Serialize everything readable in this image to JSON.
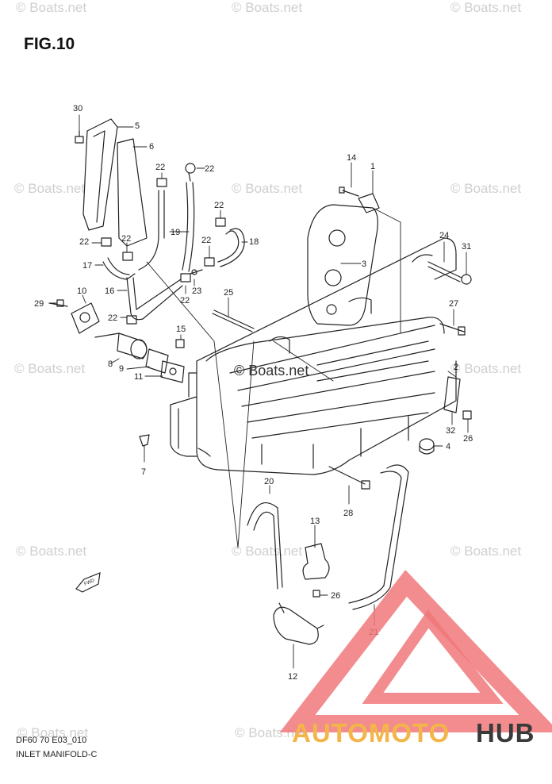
{
  "figure": {
    "title": "FIG.10",
    "code": "DF60 70 E03_010",
    "name": "INLET MANIFOLD-C",
    "fwd_label": "FWD"
  },
  "watermark": {
    "text": "© Boats.net",
    "center_text": "© Boats.net"
  },
  "logo": {
    "brand_part1": "AUTOMOTO",
    "brand_part2": "HUB",
    "colors": {
      "triangle": "#f0787a",
      "part1": "#f3b54a",
      "part2": "#3a3a3a"
    }
  },
  "part_labels": [
    "30",
    "5",
    "6",
    "22",
    "22",
    "14",
    "1",
    "22",
    "19",
    "18",
    "22",
    "22",
    "22",
    "17",
    "3",
    "24",
    "31",
    "16",
    "23",
    "22",
    "25",
    "10",
    "29",
    "22",
    "27",
    "15",
    "8",
    "9",
    "11",
    "2",
    "32",
    "26",
    "4",
    "7",
    "20",
    "28",
    "13",
    "26",
    "21",
    "12"
  ]
}
